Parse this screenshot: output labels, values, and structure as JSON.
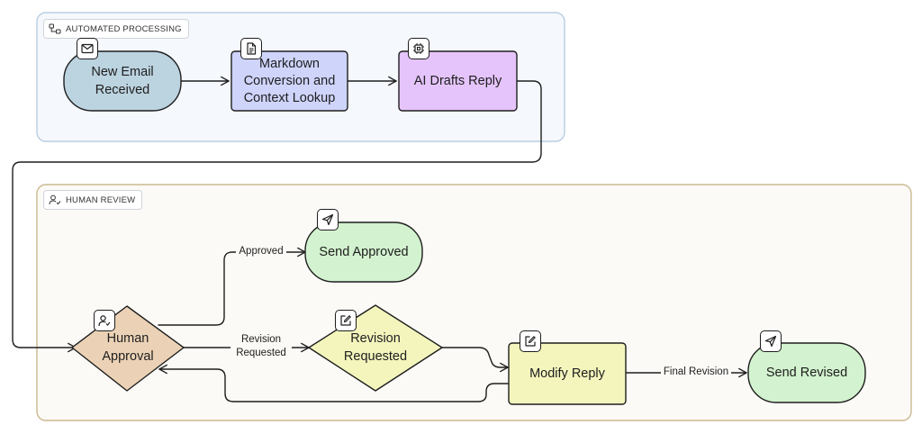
{
  "groups": {
    "automated": {
      "label": "AUTOMATED PROCESSING",
      "icon": "workflow-icon"
    },
    "human": {
      "label": "HUMAN REVIEW",
      "icon": "user-check-icon"
    }
  },
  "nodes": {
    "new_email": {
      "label": "New Email\nReceived",
      "icon": "mail-icon",
      "color": "#bcd3e0"
    },
    "markdown": {
      "label": "Markdown\nConversion and\nContext Lookup",
      "icon": "file-text-icon",
      "color": "#cfd4fb"
    },
    "ai_drafts": {
      "label": "AI Drafts Reply",
      "icon": "cpu-icon",
      "color": "#e4c4fa"
    },
    "human_approval": {
      "label": "Human\nApproval",
      "icon": "user-check-icon",
      "color": "#ebd2b6"
    },
    "send_approved": {
      "label": "Send Approved",
      "icon": "send-icon",
      "color": "#d3f2cf"
    },
    "revision_requested": {
      "label": "Revision\nRequested",
      "icon": "edit-icon",
      "color": "#f3f5bc"
    },
    "modify_reply": {
      "label": "Modify Reply",
      "icon": "edit-icon",
      "color": "#f3f5bc"
    },
    "send_revised": {
      "label": "Send Revised",
      "icon": "send-icon",
      "color": "#d3f2cf"
    }
  },
  "edges": {
    "approved": "Approved",
    "revision_requested": "Revision\nRequested",
    "final_revision": "Final Revision"
  },
  "colors": {
    "stroke": "#1e1e1e",
    "automated_fill": "#f5f8fc",
    "automated_border": "#b9cde2",
    "human_fill": "#fbfaf6",
    "human_border": "#cbb98f"
  }
}
